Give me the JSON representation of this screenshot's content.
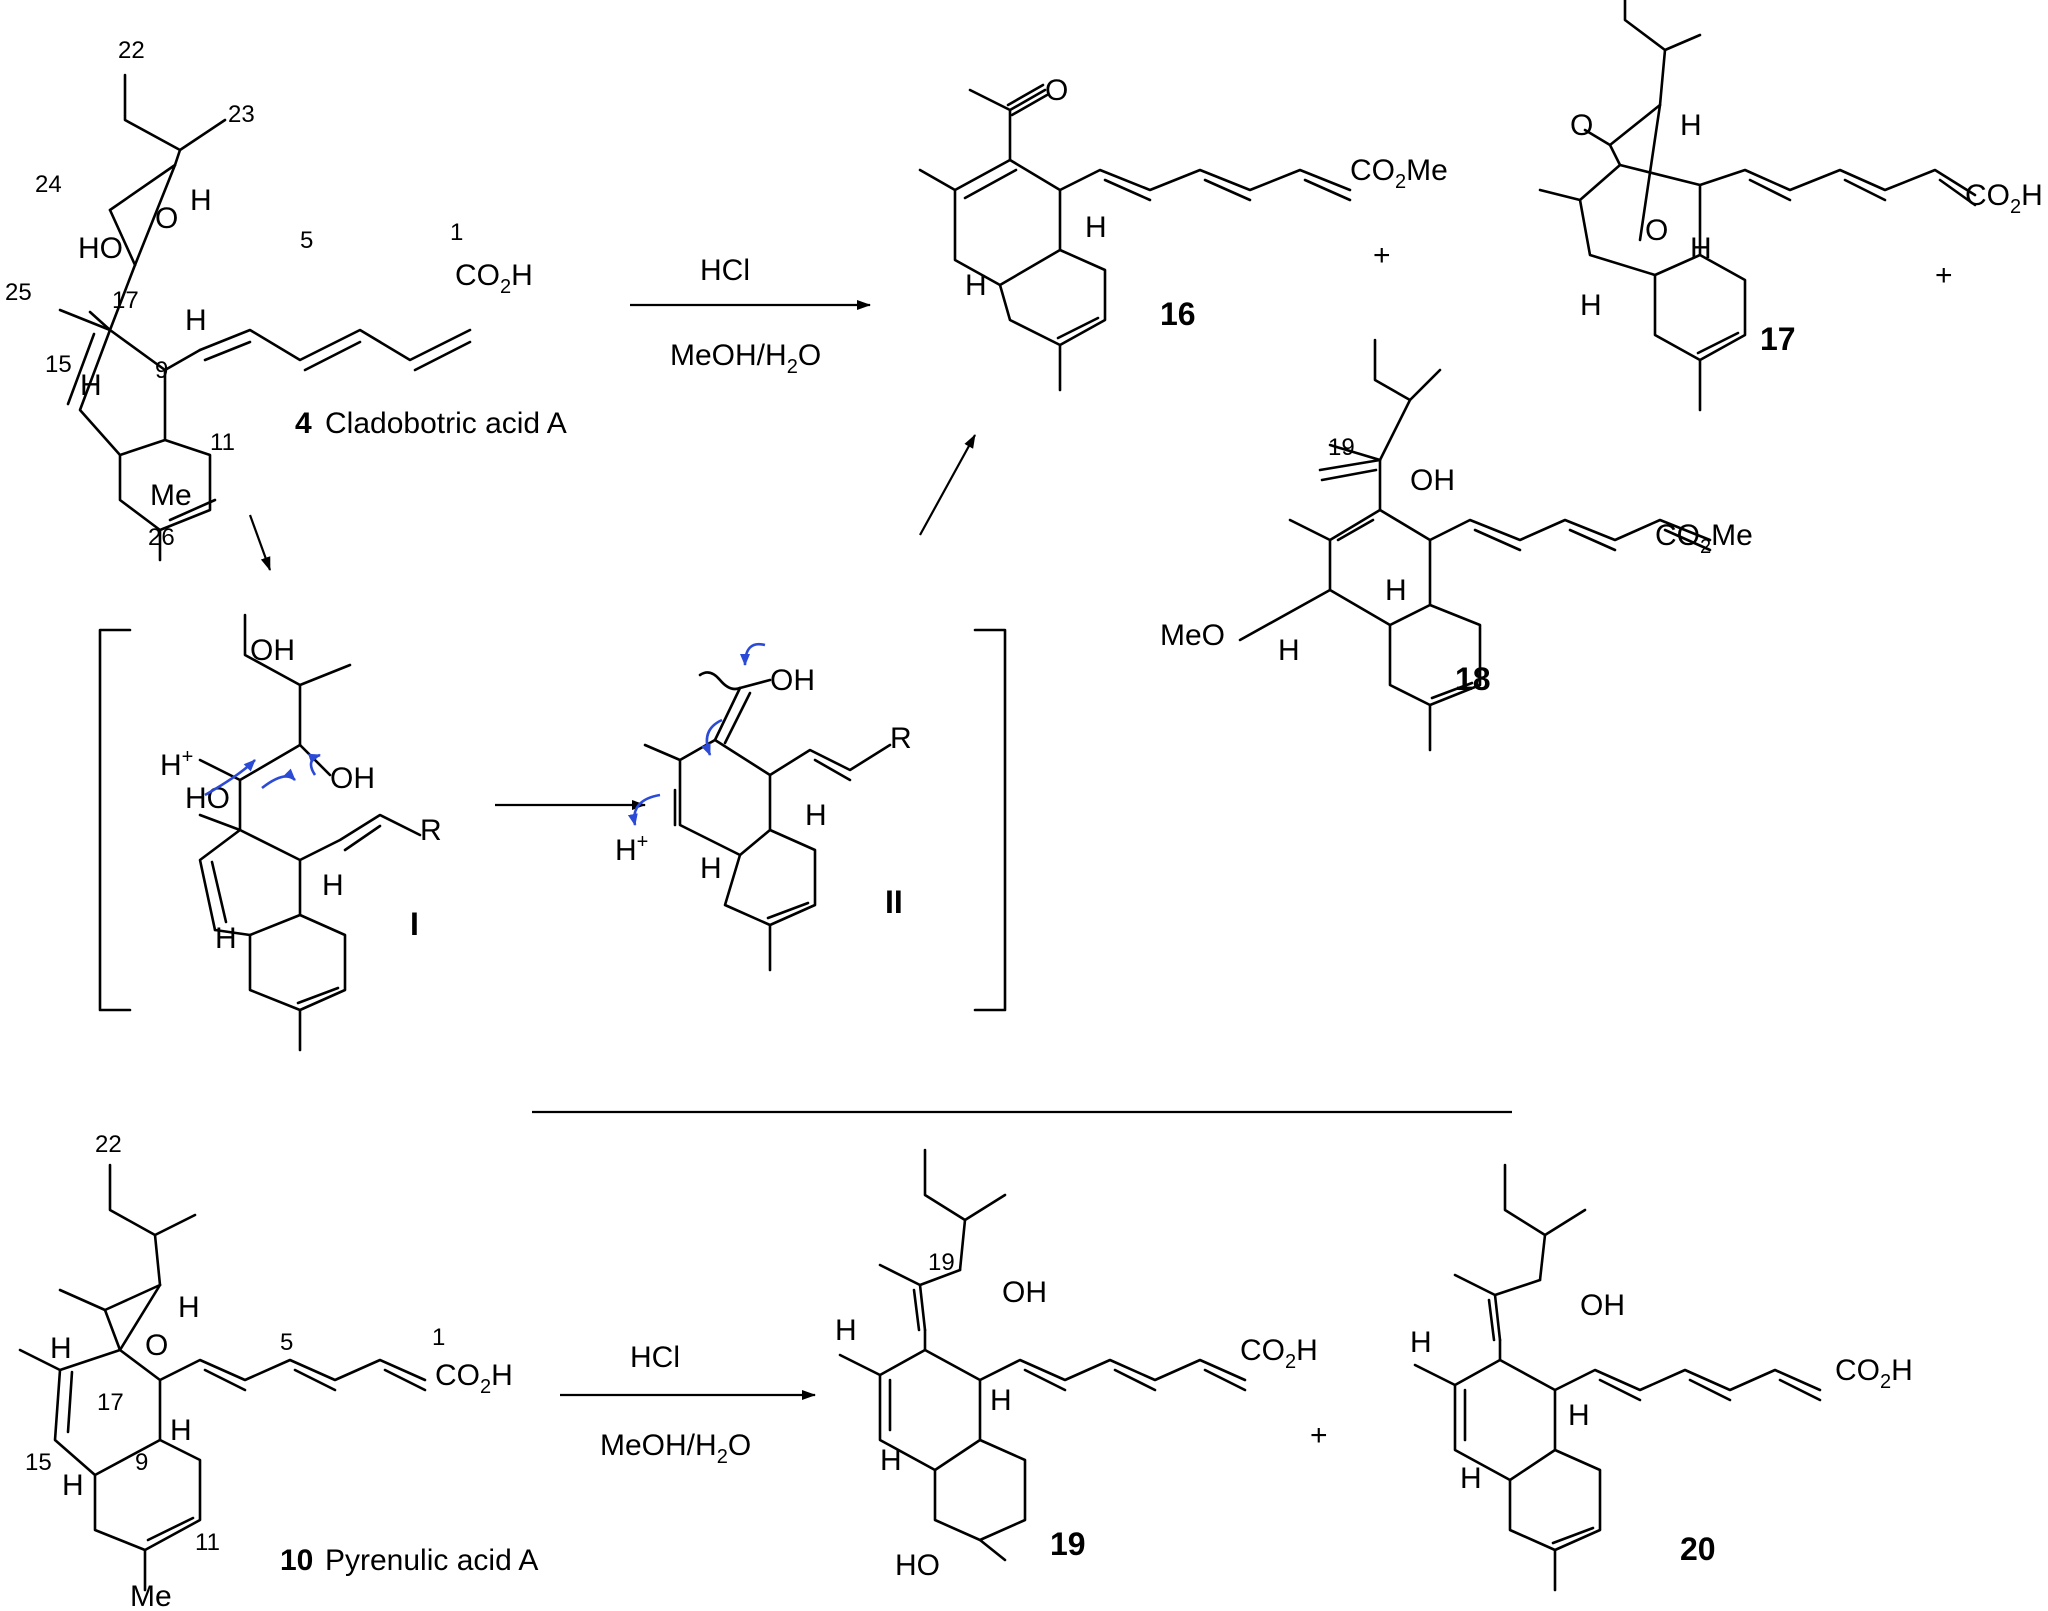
{
  "reagents": {
    "top": {
      "acid": "HCl",
      "solvent": "MeOH/H2O"
    },
    "bottom": {
      "acid": "HCl",
      "solvent": "MeOH/H2O"
    }
  },
  "compounds": {
    "c4": {
      "number": "4",
      "name": "Cladobotric acid A"
    },
    "c10": {
      "number": "10",
      "name": "Pyrenulic acid A"
    },
    "c16": {
      "number": "16"
    },
    "c17": {
      "number": "17"
    },
    "c18": {
      "number": "18"
    },
    "c19": {
      "number": "19"
    },
    "c20": {
      "number": "20"
    },
    "intI": {
      "number": "I"
    },
    "intII": {
      "number": "II"
    }
  },
  "atom_labels": {
    "co2h": "CO2H",
    "co2me": "CO2Me",
    "ho": "HO",
    "oh": "OH",
    "o": "O",
    "h": "H",
    "me": "Me",
    "meo": "MeO",
    "r": "R",
    "hplus": "H+"
  },
  "locants": {
    "c4": [
      "22",
      "23",
      "24",
      "25",
      "17",
      "15",
      "9",
      "5",
      "1",
      "11",
      "26"
    ],
    "c10": [
      "22",
      "17",
      "15",
      "9",
      "5",
      "1",
      "11"
    ],
    "c18": [
      "19"
    ],
    "c19": [
      "19"
    ]
  },
  "plus_sign": "+",
  "colors": {
    "bonds": "#000000",
    "electron_arrows": "#2b4ad6"
  }
}
